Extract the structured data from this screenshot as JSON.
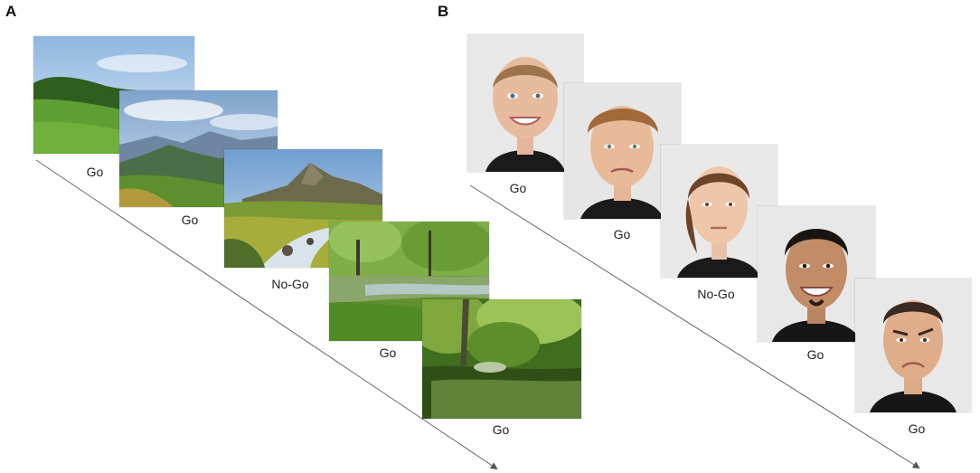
{
  "panel_a": {
    "letter": "A",
    "trials": [
      {
        "label": "Go",
        "stimulus": "meadow-landscape"
      },
      {
        "label": "Go",
        "stimulus": "mountain-valley-landscape"
      },
      {
        "label": "No-Go",
        "stimulus": "mountain-stream-landscape"
      },
      {
        "label": "Go",
        "stimulus": "forest-stream-landscape"
      },
      {
        "label": "Go",
        "stimulus": "forest-pond-landscape"
      }
    ]
  },
  "panel_b": {
    "letter": "B",
    "trials": [
      {
        "label": "Go",
        "stimulus": "smiling-woman-face"
      },
      {
        "label": "Go",
        "stimulus": "sad-man-face"
      },
      {
        "label": "No-Go",
        "stimulus": "neutral-woman-face"
      },
      {
        "label": "Go",
        "stimulus": "smiling-man-face"
      },
      {
        "label": "Go",
        "stimulus": "frowning-man-face"
      }
    ]
  },
  "colors": {
    "sky": "#a9c6e3",
    "grass": "#4f8f2c",
    "forest": "#3f7a2a",
    "face_bg": "#e9e9e9",
    "skin": "#e7b99a",
    "arrow": "#555555"
  }
}
